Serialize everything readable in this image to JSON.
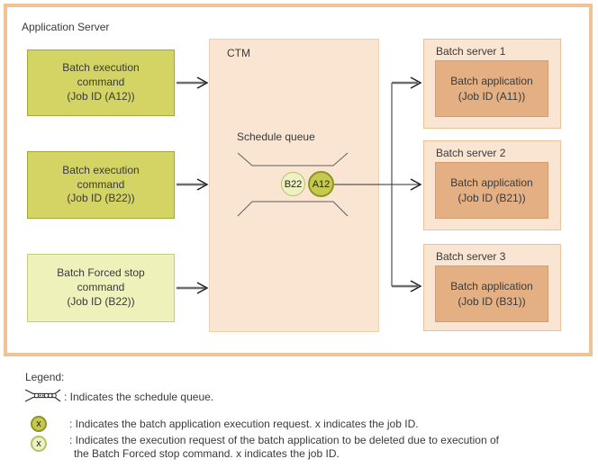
{
  "diagram": {
    "app_server_label": "Application Server",
    "commands": [
      {
        "title": "Batch execution command",
        "job": "(Job ID (A12))"
      },
      {
        "title": "Batch execution command",
        "job": "(Job ID (B22))"
      },
      {
        "title": "Batch Forced stop command",
        "job": "(Job ID (B22))"
      }
    ],
    "ctm": {
      "label": "CTM",
      "queue_label": "Schedule queue",
      "queue_items": [
        {
          "id": "B22",
          "kind": "to-be-deleted-request"
        },
        {
          "id": "A12",
          "kind": "execution-request"
        }
      ]
    },
    "servers": [
      {
        "name": "Batch server 1",
        "app_title": "Batch application",
        "app_job": "(Job ID (A11))"
      },
      {
        "name": "Batch server 2",
        "app_title": "Batch application",
        "app_job": "(Job ID (B21))"
      },
      {
        "name": "Batch server 3",
        "app_title": "Batch application",
        "app_job": "(Job ID (B31))"
      }
    ]
  },
  "legend": {
    "title": "Legend:",
    "rows": [
      {
        "icon": "schedule-queue-icon",
        "text": ": Indicates the schedule queue."
      },
      {
        "icon": "execution-request-circle-dark",
        "x_label": "x",
        "text": ": Indicates the batch application execution request. x indicates the job ID."
      },
      {
        "icon": "execution-request-circle-light",
        "x_label": "x",
        "line1": ": Indicates the execution request of the batch application to be deleted due to execution of",
        "line2": "the Batch Forced stop command. x indicates the job ID."
      }
    ]
  },
  "colors": {
    "outer_border": "#f1c394",
    "panel_fill": "#f9e5d2",
    "panel_border": "#eccfae",
    "server_border": "#e9c298",
    "app_fill": "#e4b083",
    "app_border": "#d39e6b",
    "command_fill": "#d3d464",
    "command_border": "#a2a83a",
    "stop_fill": "#eff1bb",
    "stop_border": "#c5ca7e",
    "request_dark_fill": "#c5ca4f",
    "request_dark_border": "#8e9426",
    "request_light_fill": "#eef1c2",
    "request_light_border": "#b9c067",
    "arrow_gray": "#6e6e6e",
    "line_dark": "#2e2e2e"
  }
}
